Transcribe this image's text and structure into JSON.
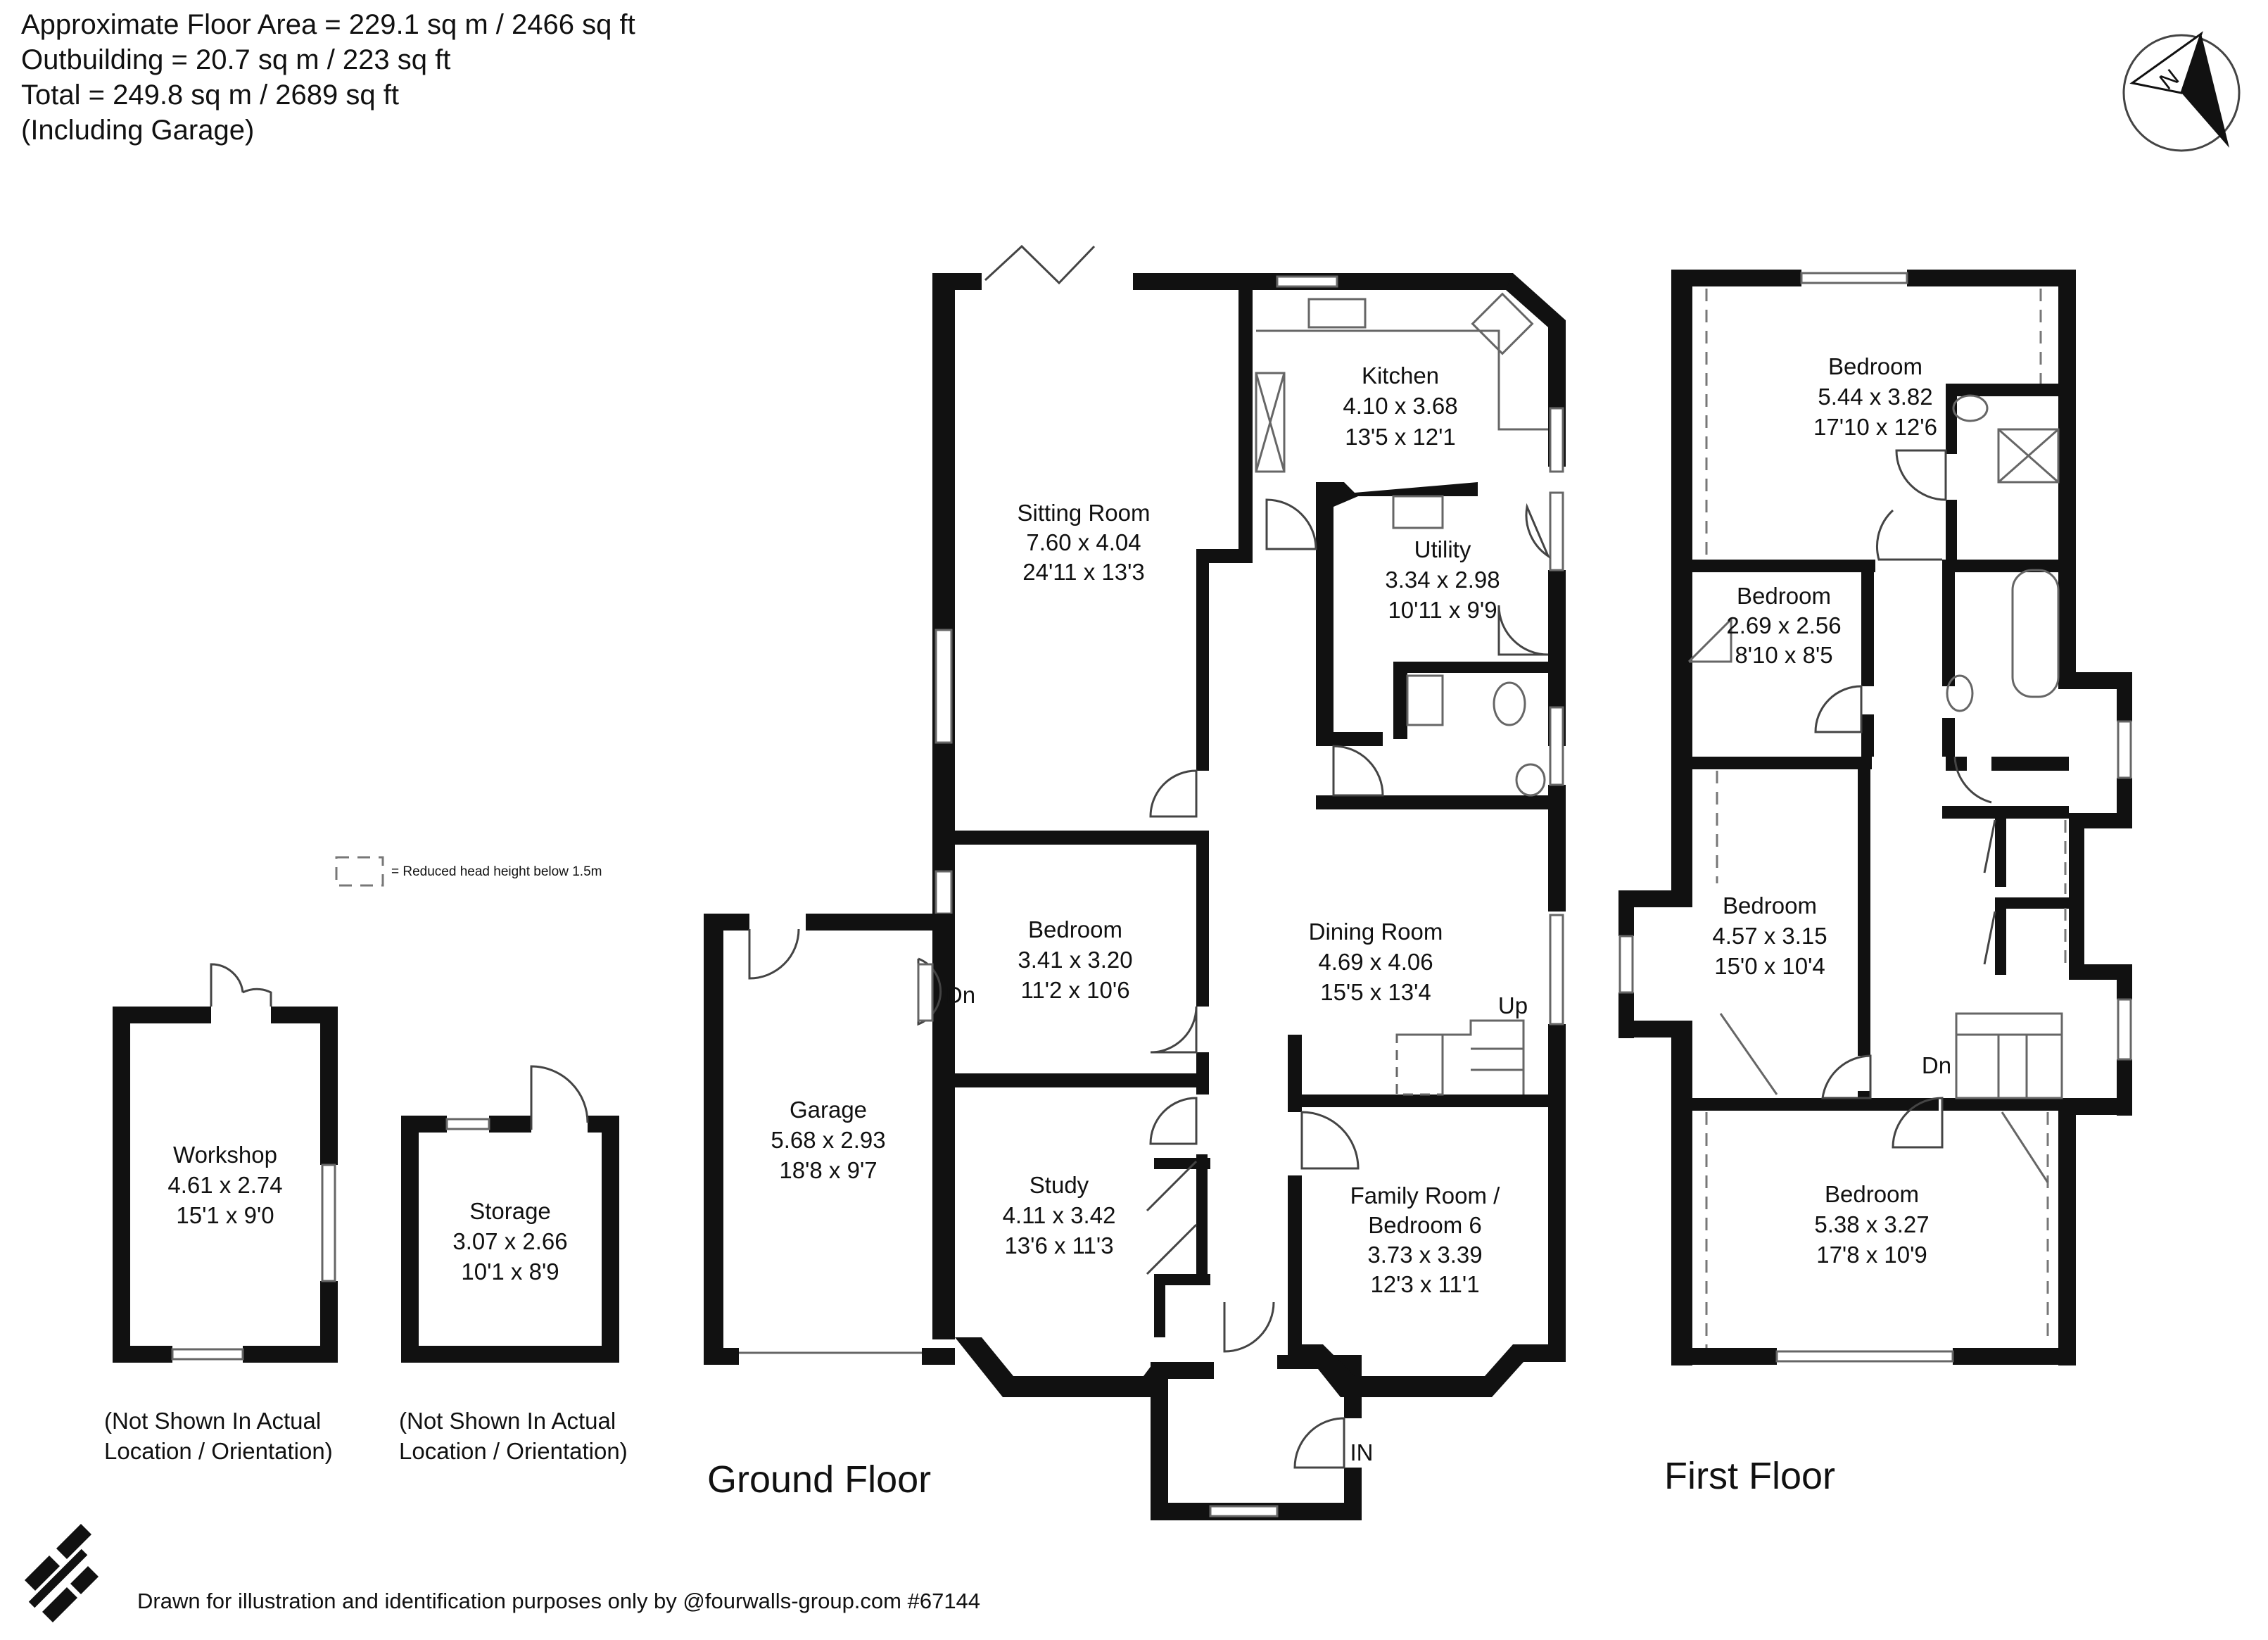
{
  "header": {
    "area_lines": [
      "Approximate Floor Area = 229.1 sq m / 2466 sq ft",
      "Outbuilding = 20.7 sq m / 223 sq ft",
      "Total = 249.8 sq m / 2689 sq ft",
      "(Including Garage)"
    ]
  },
  "compass": {
    "letter": "N",
    "icon": "north-arrow-icon"
  },
  "legend": {
    "text": "= Reduced head height below 1.5m"
  },
  "floors": {
    "ground": "Ground Floor",
    "first": "First Floor"
  },
  "ground_rooms": {
    "sitting": {
      "name": "Sitting Room",
      "metric": "7.60 x 4.04",
      "imperial": "24'11 x 13'3"
    },
    "kitchen": {
      "name": "Kitchen",
      "metric": "4.10 x 3.68",
      "imperial": "13'5 x 12'1"
    },
    "utility": {
      "name": "Utility",
      "metric": "3.34 x 2.98",
      "imperial": "10'11 x 9'9"
    },
    "bedroom": {
      "name": "Bedroom",
      "metric": "3.41 x 3.20",
      "imperial": "11'2 x 10'6"
    },
    "dining": {
      "name": "Dining Room",
      "metric": "4.69 x 4.06",
      "imperial": "15'5 x 13'4"
    },
    "garage": {
      "name": "Garage",
      "metric": "5.68 x 2.93",
      "imperial": "18'8 x 9'7"
    },
    "study": {
      "name": "Study",
      "metric": "4.11 x 3.42",
      "imperial": "13'6 x 11'3"
    },
    "family": {
      "name1": "Family Room /",
      "name2": "Bedroom 6",
      "metric": "3.73 x 3.39",
      "imperial": "12'3 x 11'1"
    }
  },
  "first_rooms": {
    "bed1": {
      "name": "Bedroom",
      "metric": "5.44 x 3.82",
      "imperial": "17'10 x 12'6"
    },
    "bed2": {
      "name": "Bedroom",
      "metric": "2.69 x 2.56",
      "imperial": "8'10 x 8'5"
    },
    "bed3": {
      "name": "Bedroom",
      "metric": "4.57 x 3.15",
      "imperial": "15'0 x 10'4"
    },
    "bed4": {
      "name": "Bedroom",
      "metric": "5.38 x 3.27",
      "imperial": "17'8 x 10'9"
    }
  },
  "outbuildings": {
    "workshop": {
      "name": "Workshop",
      "metric": "4.61 x 2.74",
      "imperial": "15'1 x 9'0"
    },
    "storage": {
      "name": "Storage",
      "metric": "3.07 x 2.66",
      "imperial": "10'1 x 8'9"
    },
    "note_line1": "(Not Shown In Actual",
    "note_line2": "Location / Orientation)"
  },
  "markers": {
    "up": "Up",
    "dn": "Dn",
    "in": "IN"
  },
  "footer": {
    "logo": "fourwalls-logo",
    "text": "Drawn for illustration and identification purposes only by @fourwalls-group.com #67144"
  }
}
